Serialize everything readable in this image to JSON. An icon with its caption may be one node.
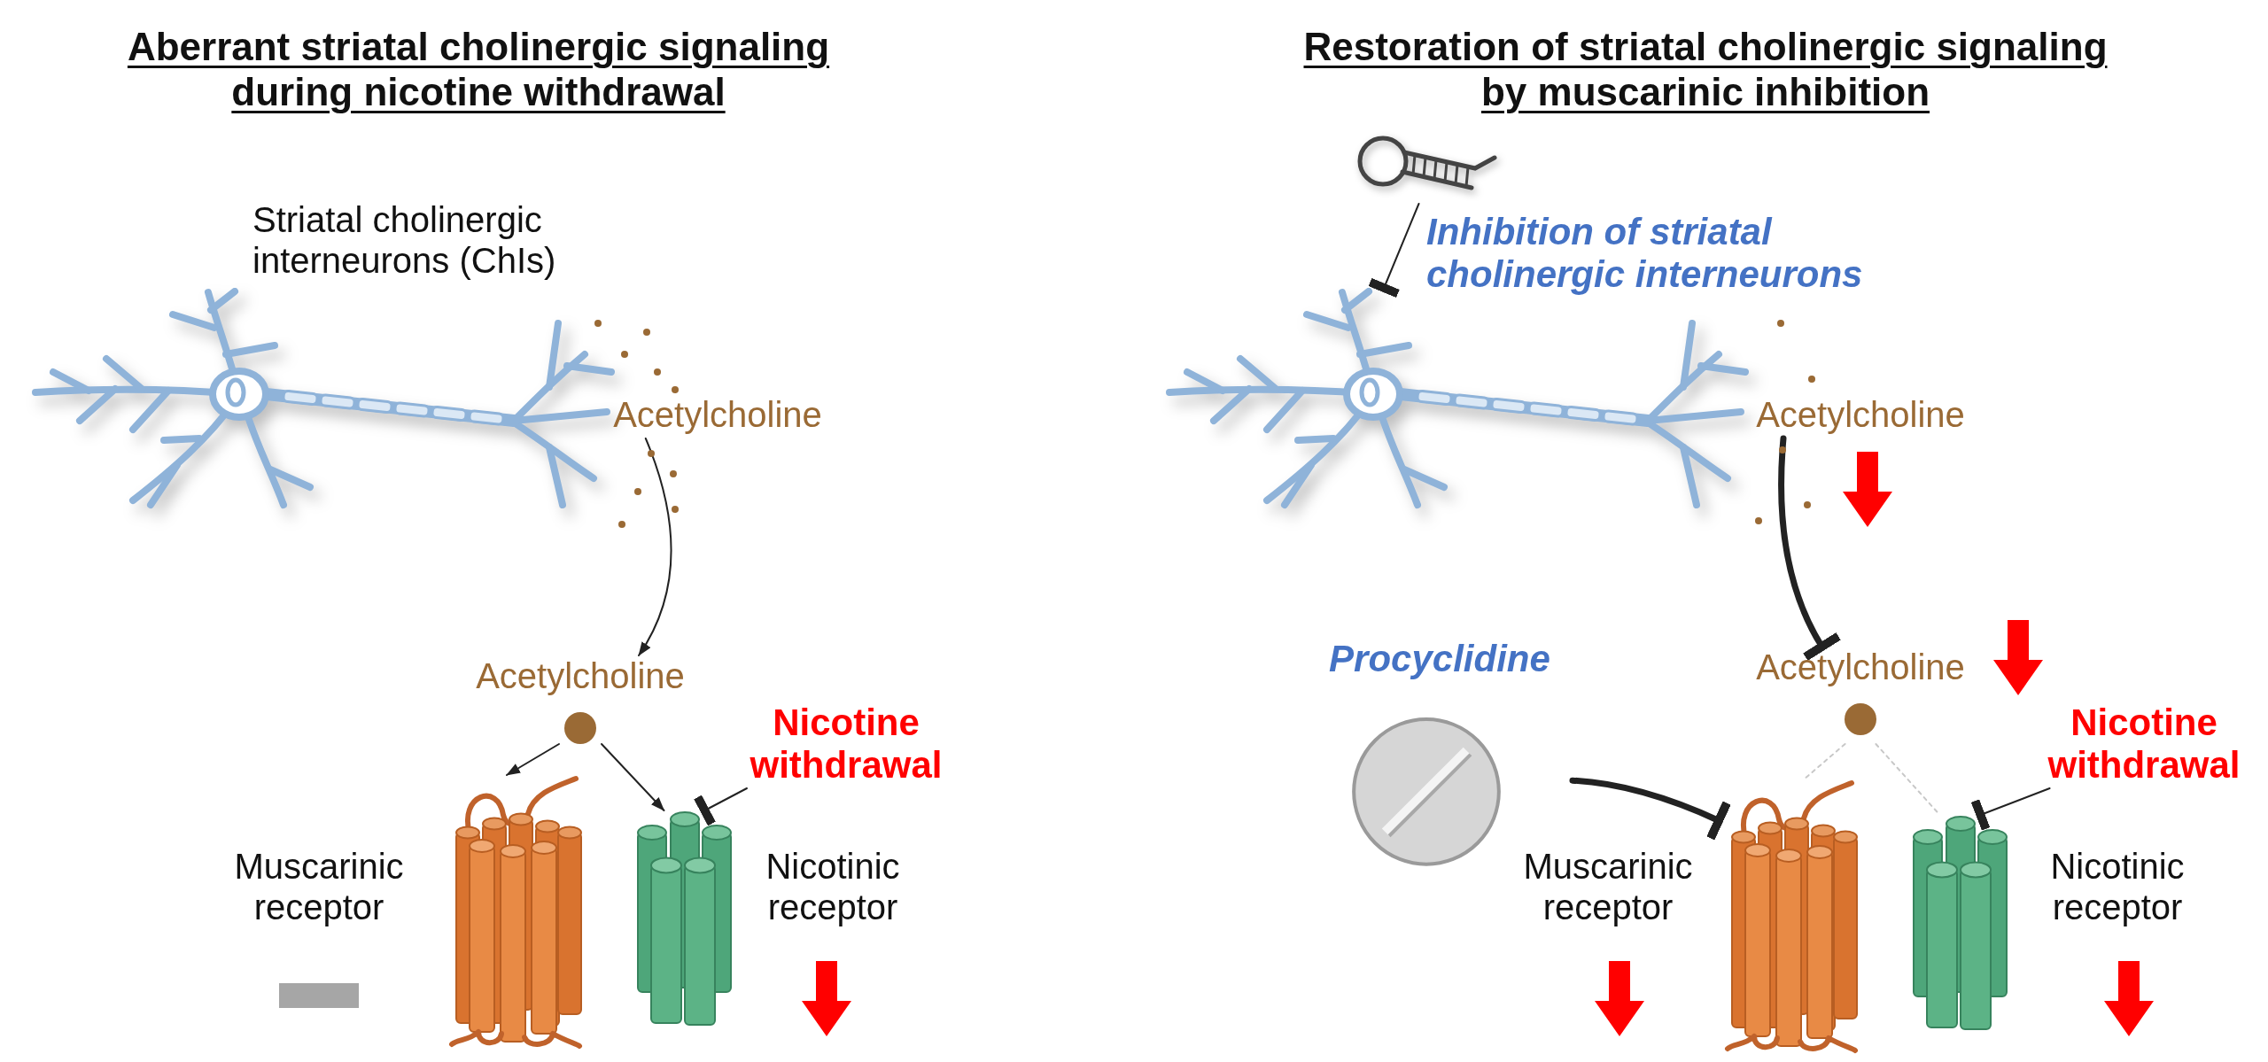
{
  "diagram": {
    "nodes": [
      {
        "text": [],
        "shape": "picture",
        "beside": [
          "Striatal cholinergic interneurons (ChIs)"
        ]
      },
      {
        "text": [
          "Acetylcholine"
        ]
      },
      {
        "text": [
          "Acetylcholine"
        ]
      },
      {
        "text": [],
        "shape": "picture",
        "beside": [
          "Muscarinic receptor"
        ]
      },
      {
        "text": [],
        "shape": "picture",
        "beside": [
          "Nicotinic receptor"
        ]
      },
      {
        "text": [
          "Nicotine withdrawal"
        ]
      },
      {
        "text": [],
        "shape": "picture"
      },
      {
        "text": [],
        "shape": "picture"
      },
      {
        "text": [
          "Acetylcholine"
        ]
      },
      {
        "text": [
          "Acetylcholine"
        ]
      },
      {
        "text": [],
        "shape": "picture",
        "beside": [
          "Muscarinic receptor"
        ]
      },
      {
        "text": [],
        "shape": "picture",
        "beside": [
          "Nicotinic receptor"
        ]
      },
      {
        "text": [
          "Procyclidine"
        ]
      },
      {
        "text": [
          "Nicotine withdrawal"
        ]
      },
      {
        "text": [],
        "shape": "bar"
      }
    ],
    "edges": [
      {
        "from": 1,
        "to": 2,
        "arrow": "to"
      },
      {
        "from": 2,
        "to": 3,
        "arrow": "to"
      },
      {
        "from": 2,
        "to": 4,
        "arrow": "to"
      },
      {
        "from": 5,
        "to": 4,
        "arrow": "other"
      },
      {
        "from": 6,
        "to": 7,
        "arrow": "other"
      },
      {
        "from": 8,
        "to": 9,
        "arrow": "other",
        "style": "thick"
      },
      {
        "from": 9,
        "to": 10,
        "arrow": "none",
        "style": "dashed",
        "color": "#c8c8c8"
      },
      {
        "from": 9,
        "to": 11,
        "arrow": "none",
        "style": "dashed",
        "color": "#c8c8c8"
      },
      {
        "from": 12,
        "to": 10,
        "arrow": "other",
        "style": "thick"
      },
      {
        "from": 13,
        "to": 11,
        "arrow": "other"
      }
    ],
    "labels": [
      "Aberrant striatal cholinergic signaling during nicotine withdrawal",
      "Restoration of striatal cholinergic signaling by muscarinic inhibition",
      "Inhibition of striatal cholinergic interneurons"
    ]
  }
}
